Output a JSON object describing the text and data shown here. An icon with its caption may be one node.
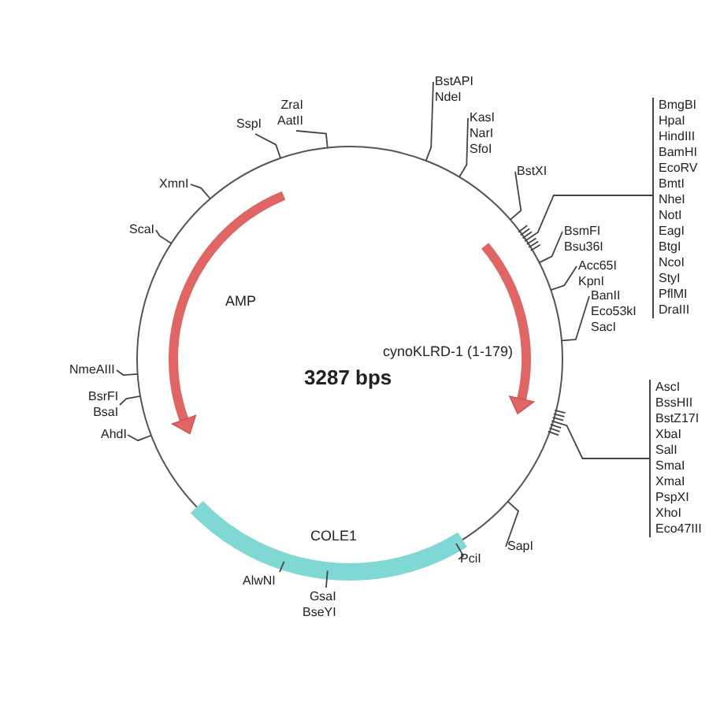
{
  "diagram": {
    "nodes": [
      {
        "text": [
          "ZraI",
          "AatII"
        ]
      },
      {
        "text": [
          "BstAPI",
          "NdeI"
        ]
      },
      {
        "text": [
          "KasI",
          "NarI",
          "SfoI"
        ]
      },
      {
        "text": [
          "SspI"
        ]
      },
      {
        "text": [
          "BmgBI",
          "HpaI",
          "HindIII",
          "BamHI",
          "EcoRV",
          "BmtI",
          "NheI",
          "NotI",
          "EagI",
          "BtgI",
          "NcoI",
          "StyI",
          "PflMI",
          "DraIII"
        ]
      },
      {
        "text": [
          "XmnI"
        ]
      },
      {
        "text": [
          "BstXI"
        ]
      },
      {
        "text": [
          "BsmFI",
          "Bsu36I"
        ]
      },
      {
        "text": [
          "ScaI"
        ]
      },
      {
        "text": [
          "Acc65I",
          "KpnI"
        ]
      },
      {
        "text": [
          "BanII",
          "Eco53kI",
          "SacI"
        ]
      },
      {
        "text": [
          "NmeAIII"
        ]
      },
      {
        "text": [
          "AscI",
          "BssHII",
          "BstZ17I",
          "XbaI",
          "SalI",
          "SmaI",
          "XmaI",
          "PspXI",
          "XhoI",
          "Eco47III"
        ]
      },
      {
        "text": [
          "BsrFI",
          "BsaI"
        ]
      },
      {
        "text": [
          "AhdI"
        ]
      },
      {
        "text": [
          "SapI"
        ]
      },
      {
        "text": [
          "PciI"
        ]
      },
      {
        "text": [
          "AlwNI"
        ]
      },
      {
        "text": [
          "GsaI",
          "BseYI"
        ]
      }
    ],
    "edges": [
      {
        "from": 0,
        "to": null,
        "arrow": "none"
      },
      {
        "from": 1,
        "to": null,
        "arrow": "none"
      },
      {
        "from": 2,
        "to": null,
        "arrow": "none"
      },
      {
        "from": 3,
        "to": null,
        "arrow": "none"
      },
      {
        "from": 4,
        "to": null,
        "arrow": "none"
      },
      {
        "from": 5,
        "to": null,
        "arrow": "none"
      },
      {
        "from": 6,
        "to": null,
        "arrow": "none"
      },
      {
        "from": 7,
        "to": null,
        "arrow": "none"
      },
      {
        "from": 8,
        "to": null,
        "arrow": "none"
      },
      {
        "from": 9,
        "to": null,
        "arrow": "none"
      },
      {
        "from": 10,
        "to": null,
        "arrow": "none"
      },
      {
        "from": 11,
        "to": null,
        "arrow": "none"
      },
      {
        "from": 12,
        "to": null,
        "arrow": "none"
      },
      {
        "from": 13,
        "to": null,
        "arrow": "none"
      },
      {
        "from": 14,
        "to": null,
        "arrow": "none"
      },
      {
        "from": 15,
        "to": null,
        "arrow": "none"
      },
      {
        "from": 16,
        "to": null,
        "arrow": "none"
      },
      {
        "from": 17,
        "to": null,
        "arrow": "none"
      },
      {
        "from": 18,
        "to": null,
        "arrow": "none"
      }
    ],
    "labels": [
      "AMP",
      "cynoKLRD-1 (1-179)",
      "3287 bps",
      "COLE1"
    ]
  }
}
